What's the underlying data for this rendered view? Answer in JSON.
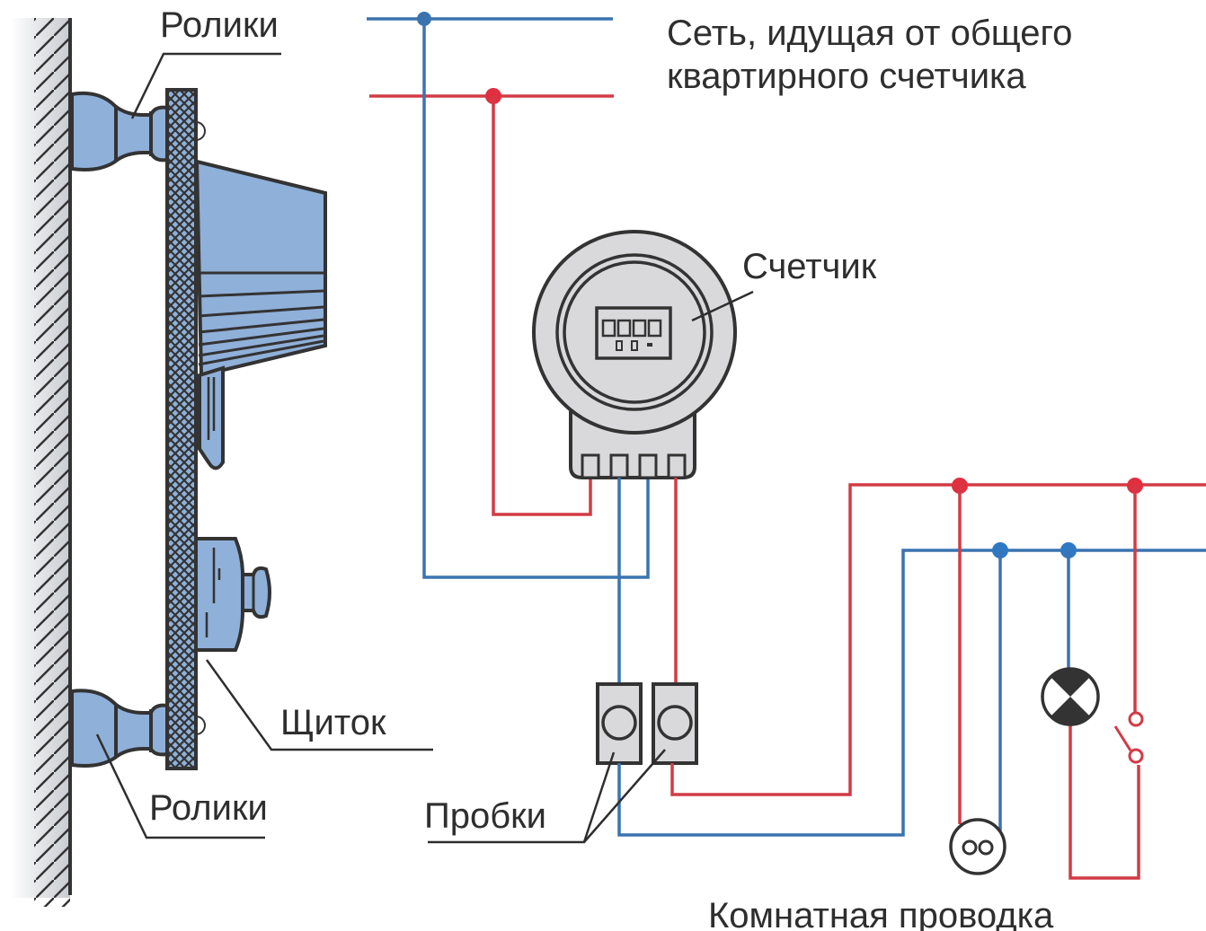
{
  "diagram": {
    "title": "Схема подключения квартирной электропроводки",
    "labels": {
      "rollers_top": "Ролики",
      "rollers_bottom": "Ролики",
      "panel": "Щиток",
      "network_line1": "Сеть, идущая от общего",
      "network_line2": "квартирного счетчика",
      "meter": "Счетчик",
      "fuses": "Пробки",
      "room_wiring": "Комнатная проводка"
    },
    "colors": {
      "neutral_wire": "#3a73b0",
      "phase_wire": "#d23b45",
      "equipment_fill": "#8fb0d8",
      "device_fill": "#d9d9db",
      "outline": "#333333"
    },
    "components": [
      {
        "id": "wall",
        "type": "wall-hatched"
      },
      {
        "id": "roller-top",
        "type": "insulator-roller"
      },
      {
        "id": "roller-bottom",
        "type": "insulator-roller"
      },
      {
        "id": "panel",
        "type": "mounting-board"
      },
      {
        "id": "meter-housing",
        "type": "meter-side-view"
      },
      {
        "id": "fuse-holder",
        "type": "fuse-side-view"
      },
      {
        "id": "meter",
        "type": "electricity-meter",
        "terminals": 4
      },
      {
        "id": "fuse-1",
        "type": "fuse",
        "wire": "neutral"
      },
      {
        "id": "fuse-2",
        "type": "fuse",
        "wire": "phase"
      },
      {
        "id": "socket",
        "type": "outlet"
      },
      {
        "id": "lamp",
        "type": "lamp"
      },
      {
        "id": "switch",
        "type": "switch"
      }
    ]
  }
}
